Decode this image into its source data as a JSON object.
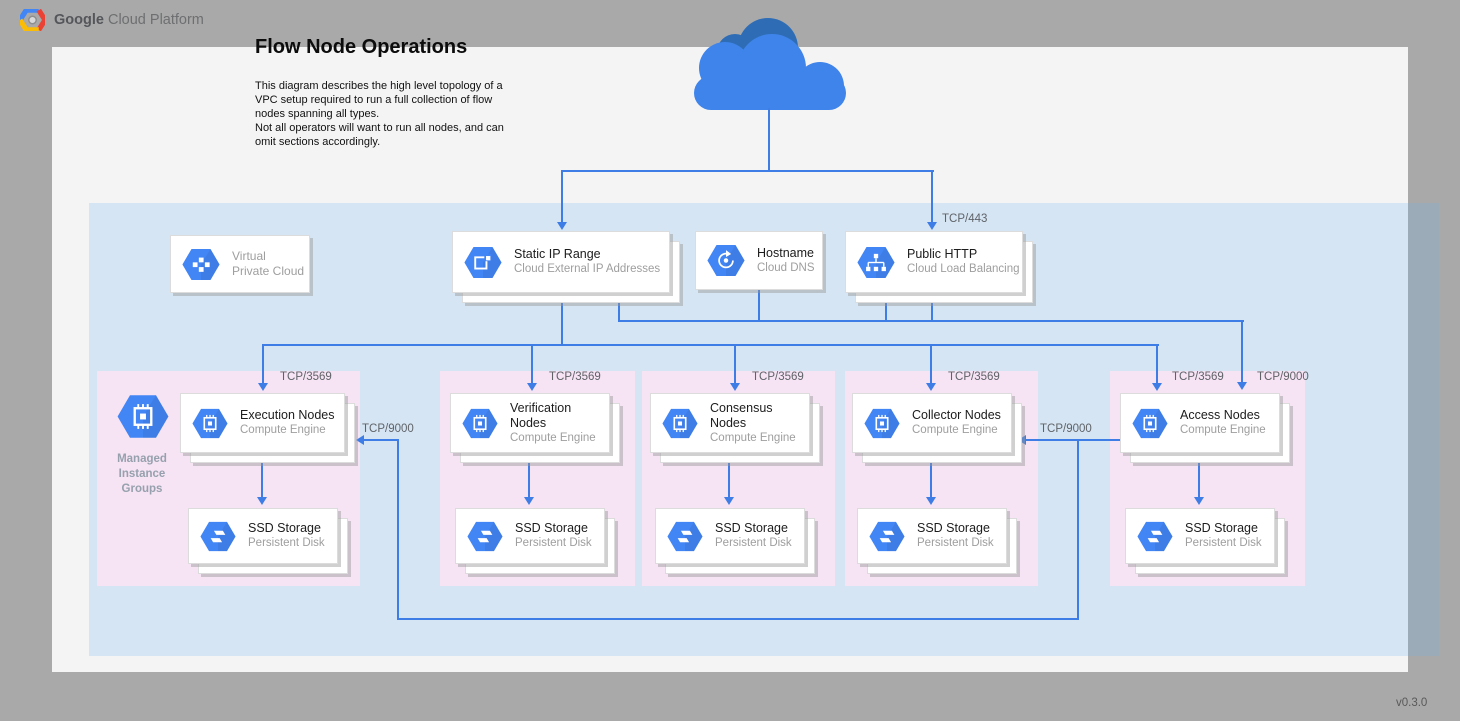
{
  "header": {
    "brand_bold": "Google",
    "brand_light": "Cloud Platform"
  },
  "intro": {
    "title": "Flow Node Operations",
    "description": "This diagram describes the high level topology of a\nVPC setup required to run a full collection of flow\nnodes spanning all types.\nNot all operators will want to run all nodes, and can\nomit sections accordingly."
  },
  "footer": {
    "version": "v0.3.0"
  },
  "vpc": {
    "line1": "Virtual",
    "line2": "Private Cloud",
    "icon": "vpc-icon"
  },
  "services": {
    "static_ip": {
      "title": "Static IP Range",
      "subtitle": "Cloud External IP Addresses",
      "icon": "external-ip-icon"
    },
    "hostname": {
      "title": "Hostname",
      "subtitle": "Cloud DNS",
      "icon": "cloud-dns-icon"
    },
    "public_http": {
      "title": "Public HTTP",
      "subtitle": "Cloud Load Balancing",
      "icon": "load-balancer-icon"
    }
  },
  "mig": {
    "label": "Managed\nInstance\nGroups",
    "icon": "managed-instance-group-icon"
  },
  "ports": {
    "tcp443": "TCP/443",
    "tcp9000": "TCP/9000"
  },
  "groups": [
    {
      "name": "Execution Nodes",
      "subtitle": "Compute Engine",
      "storage_name": "SSD Storage",
      "storage_subtitle": "Persistent Disk",
      "port": "TCP/3569"
    },
    {
      "name": "Verification Nodes",
      "subtitle": "Compute Engine",
      "storage_name": "SSD Storage",
      "storage_subtitle": "Persistent Disk",
      "port": "TCP/3569"
    },
    {
      "name": "Consensus Nodes",
      "subtitle": "Compute Engine",
      "storage_name": "SSD Storage",
      "storage_subtitle": "Persistent Disk",
      "port": "TCP/3569"
    },
    {
      "name": "Collector Nodes",
      "subtitle": "Compute Engine",
      "storage_name": "SSD Storage",
      "storage_subtitle": "Persistent Disk",
      "port": "TCP/3569"
    },
    {
      "name": "Access Nodes",
      "subtitle": "Compute Engine",
      "storage_name": "SSD Storage",
      "storage_subtitle": "Persistent Disk",
      "port": "TCP/3569",
      "port2": "TCP/9000"
    }
  ],
  "colors": {
    "line_blue": "#3e7de5",
    "hexagon_blue": "#4285f4",
    "vpc_fill": "#e2f0fb",
    "group_fill": "#f6e3f4",
    "canvas_gray": "#a9a9a9",
    "page_white": "#f5f4f5",
    "cloud_blue": "#3e84ea",
    "cloud_dark_blue": "#2e6db6",
    "logo_blue": "#4285f4",
    "logo_red": "#ea4335",
    "logo_yellow": "#fbbc05"
  }
}
